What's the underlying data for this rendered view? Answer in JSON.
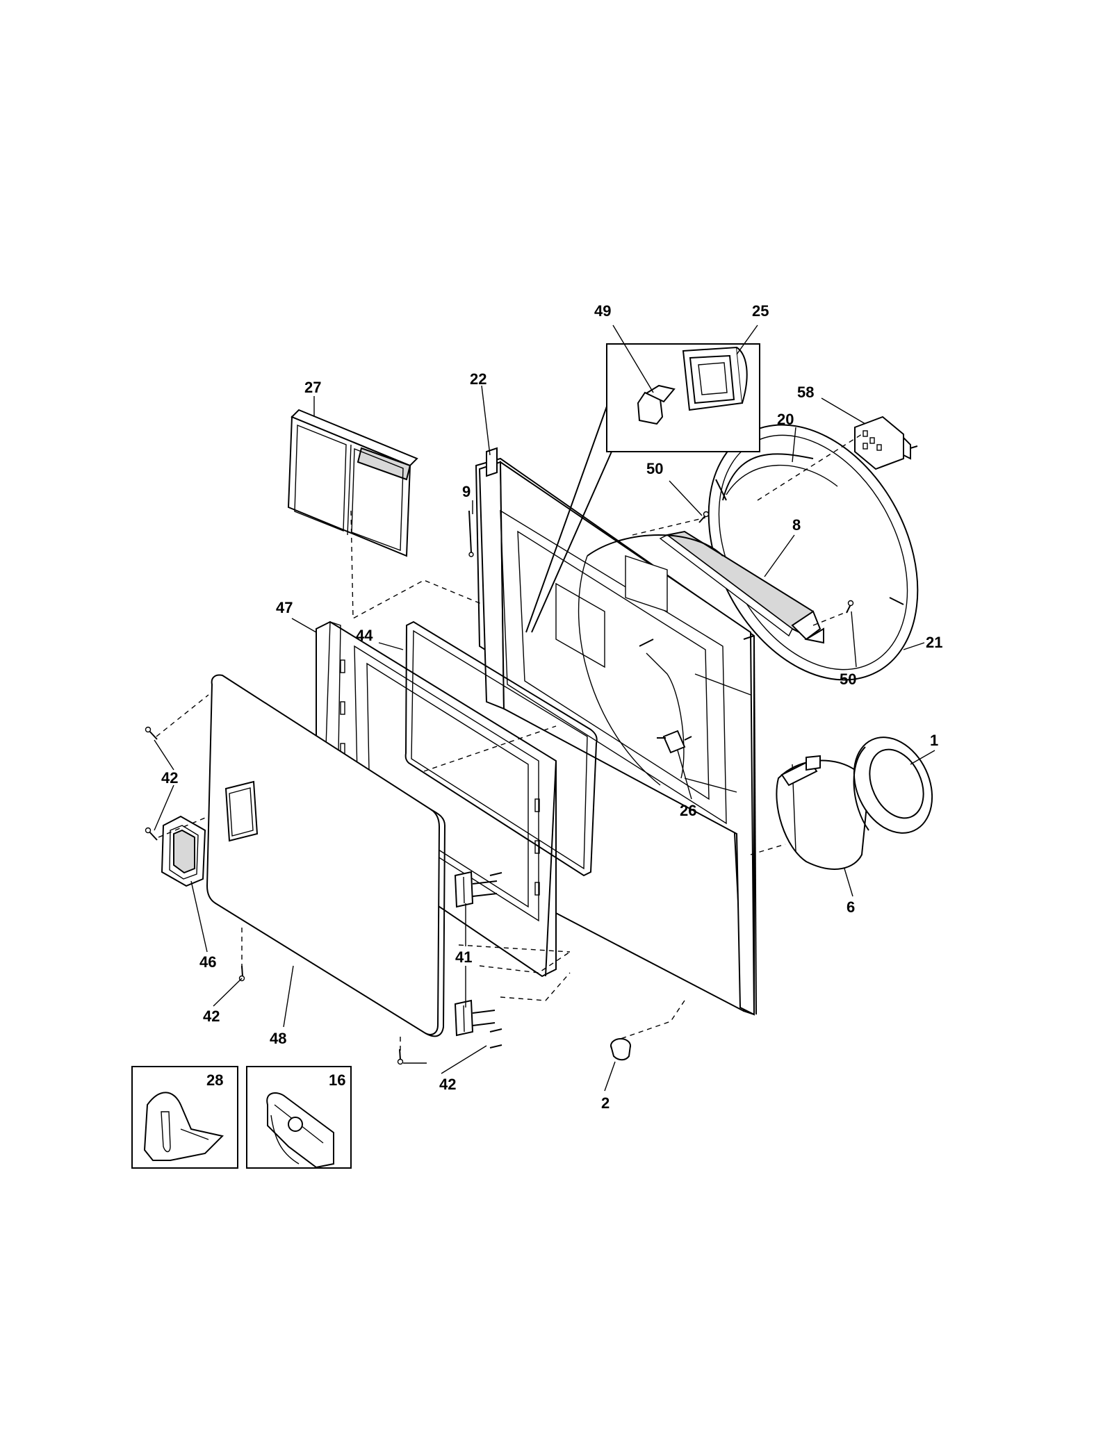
{
  "callouts": {
    "c49": "49",
    "c25": "25",
    "c27": "27",
    "c22": "22",
    "c58": "58",
    "c20": "20",
    "c9": "9",
    "c50a": "50",
    "c8": "8",
    "c47": "47",
    "c44": "44",
    "c50b": "50",
    "c21": "21",
    "c1": "1",
    "c42a": "42",
    "c26": "26",
    "c46": "46",
    "c6": "6",
    "c41": "41",
    "c42b": "42",
    "c48": "48",
    "c42c": "42",
    "c28": "28",
    "c16": "16",
    "c2": "2"
  },
  "colors": {
    "line": "#000000",
    "background": "#ffffff",
    "mesh": "#d8d8d8"
  }
}
